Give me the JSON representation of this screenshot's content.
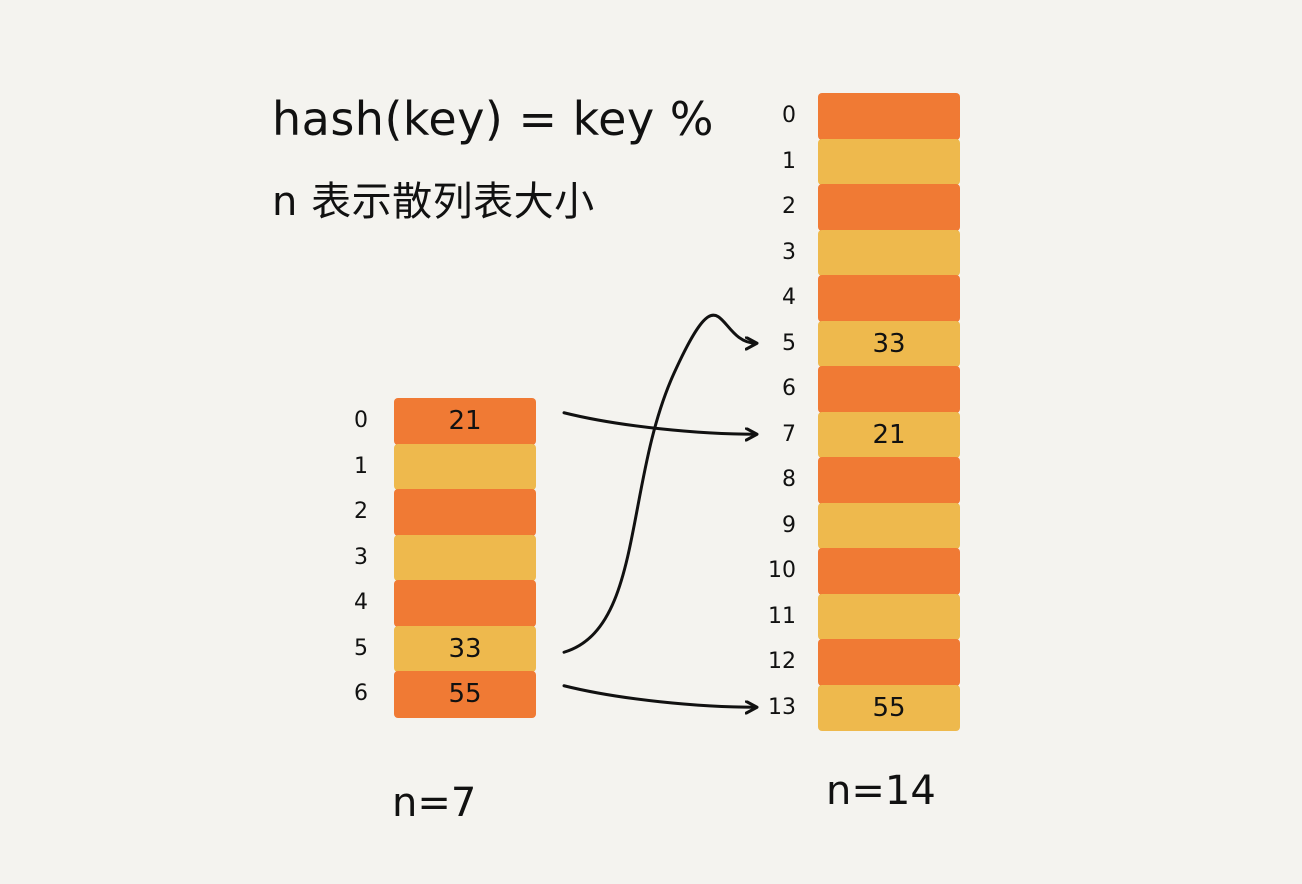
{
  "formula": {
    "line1": "hash(key) = key %",
    "line2": "n 表示散列表大小"
  },
  "small_table": {
    "size_label": "n=7",
    "indices": [
      "0",
      "1",
      "2",
      "3",
      "4",
      "5",
      "6"
    ],
    "values": [
      "21",
      "",
      "",
      "",
      "",
      "33",
      "55"
    ]
  },
  "large_table": {
    "size_label": "n=14",
    "indices": [
      "0",
      "1",
      "2",
      "3",
      "4",
      "5",
      "6",
      "7",
      "8",
      "9",
      "10",
      "11",
      "12",
      "13"
    ],
    "values": [
      "",
      "",
      "",
      "",
      "",
      "33",
      "",
      "21",
      "",
      "",
      "",
      "",
      "",
      "55"
    ]
  },
  "moves": [
    {
      "value": "21",
      "from_index": 0,
      "to_index": 7
    },
    {
      "value": "33",
      "from_index": 5,
      "to_index": 5
    },
    {
      "value": "55",
      "from_index": 6,
      "to_index": 13
    }
  ],
  "colors": {
    "background": "#f4f3ef",
    "slot_orange": "#f07a34",
    "slot_yellow": "#eeb94d",
    "ink": "#111111"
  }
}
